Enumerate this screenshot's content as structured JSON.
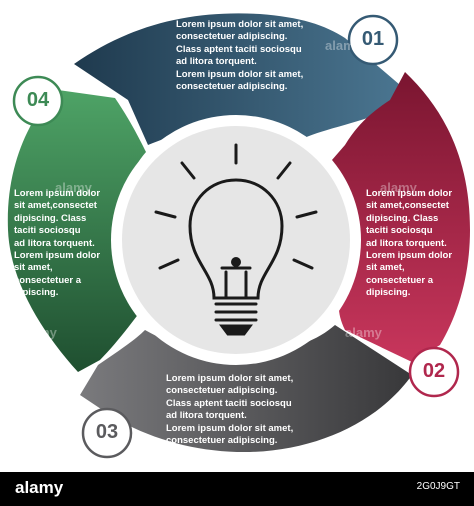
{
  "segments": [
    {
      "number": "01",
      "color": "#355a74",
      "text": "Lorem ipsum dolor sit amet,\nconsectetuer adipiscing.\nClass aptent taciti sociosqu\nad litora torquent.\nLorem ipsum dolor sit amet,\nconsectetuer adipiscing."
    },
    {
      "number": "02",
      "color": "#b0274d",
      "text": "Lorem ipsum dolor\nsit amet,consectet\ndipiscing. Class\ntaciti sociosqu\nad litora torquent.\nLorem ipsum dolor\nsit amet,\nconsectetuer a\ndipiscing."
    },
    {
      "number": "03",
      "color": "#5b5b5e",
      "text": "Lorem ipsum dolor sit amet,\nconsectetuer adipiscing.\nClass aptent taciti sociosqu\nad litora torquent.\nLorem ipsum dolor sit amet,\nconsectetuer adipiscing."
    },
    {
      "number": "04",
      "color": "#3d8a55",
      "text": "Lorem ipsum dolor\nsit amet,consectet\ndipiscing. Class\ntaciti sociosqu\nad litora torquent.\nLorem ipsum dolor\nsit amet,\nconsectetuer a\ndipiscing."
    }
  ],
  "center_icon": "lightbulb-icon",
  "watermark": "alamy",
  "footer": {
    "brand": "alamy",
    "image_id": "2G0J9GT"
  }
}
